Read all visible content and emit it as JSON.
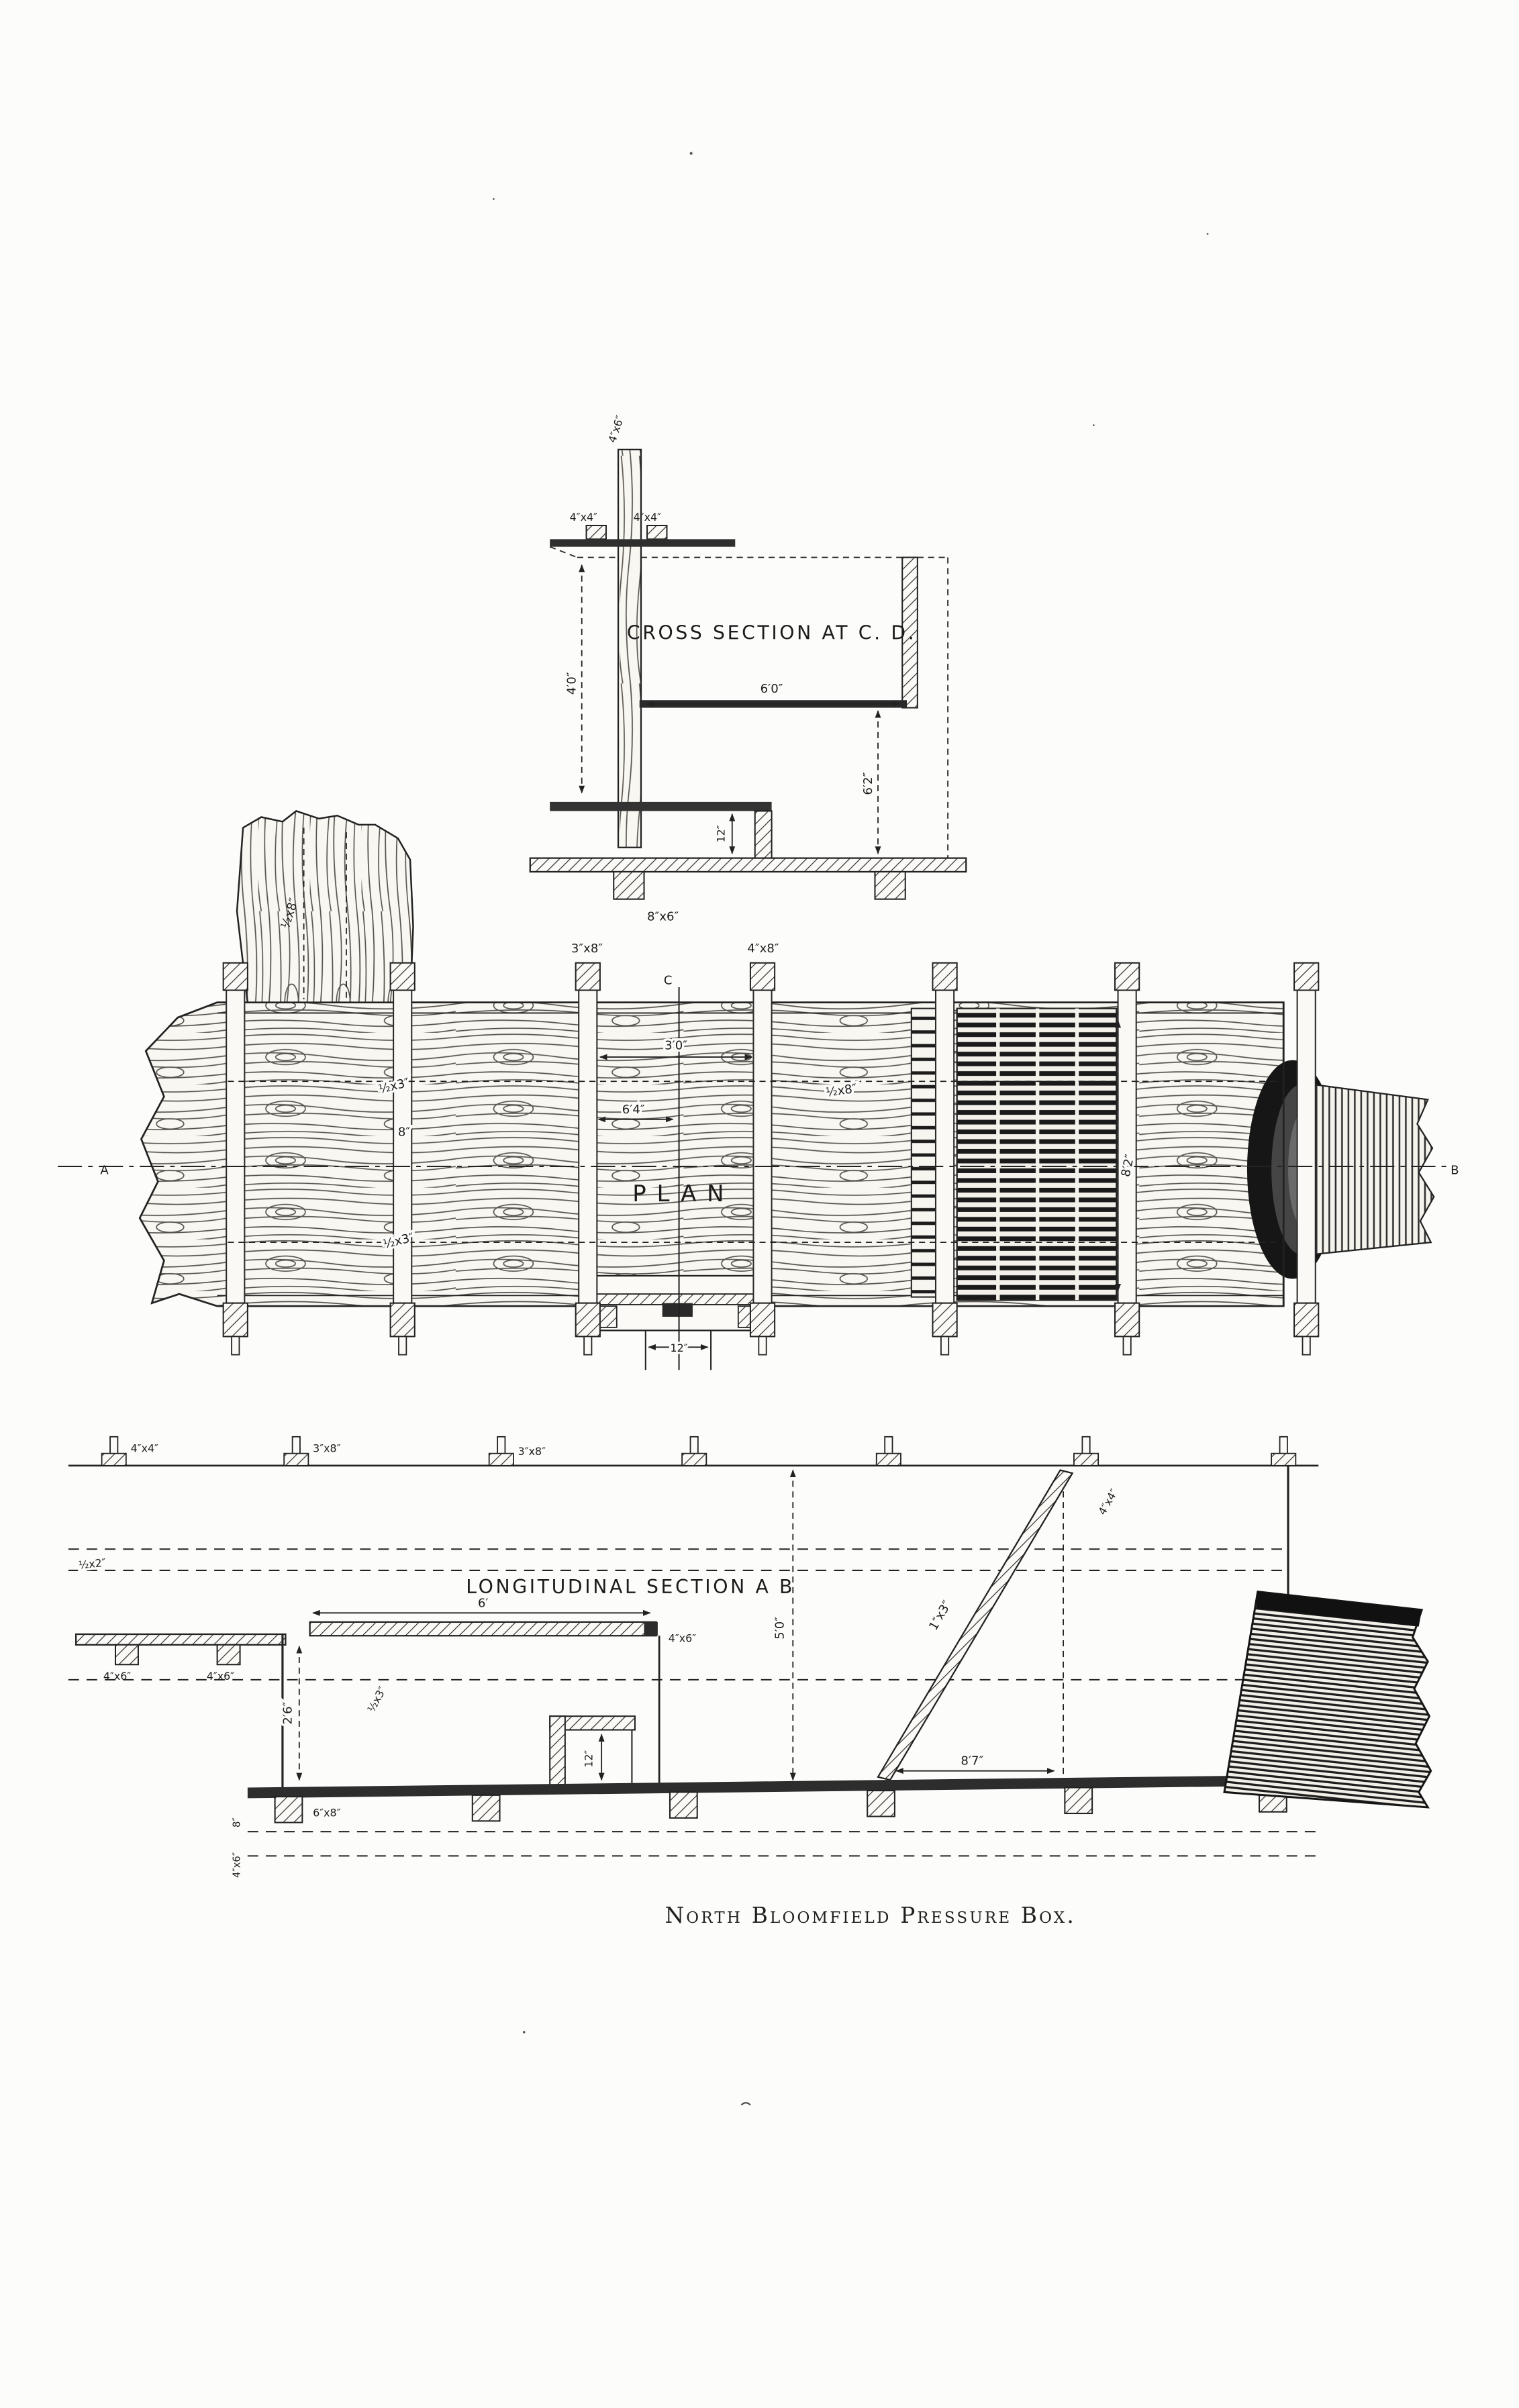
{
  "caption": "North Bloomfield Pressure Box.",
  "cross_section": {
    "title": "CROSS SECTION AT C. D.",
    "label_post": "4″x6″",
    "label_cap_left": "4″x4″",
    "label_cap_right": "4″x4″",
    "dim_width": "6′0″",
    "dim_height_left": "4′0″",
    "dim_height_right": "6′2″",
    "dim_step": "12″",
    "label_sill": "8″x6″"
  },
  "plan": {
    "title": "PLAN",
    "point_a": "A",
    "point_b": "B",
    "point_c": "C",
    "label_branch_batten": "½x8″",
    "label_joist_left": "3″x8″",
    "label_joist_right": "4″x8″",
    "dim_width_top": "3′0″",
    "dim_width_mid": "6′4″",
    "dim_side": "8″",
    "label_batten_upper": "½x3″",
    "label_batten_mid": "½x8″",
    "dim_right": "8′2″",
    "label_batten_lower": "½x3″",
    "dim_outlet": "12″"
  },
  "long_section": {
    "title": "LONGITUDINAL SECTION A B",
    "label_post_1": "4″x4″",
    "label_post_2": "3″x8″",
    "label_post_3": "3″x8″",
    "label_brace_post": "4″x4″",
    "label_brace": "1″x3″",
    "label_batten": "½x2″",
    "dim_top_plank": "6′",
    "label_top_plank": "4″x6″",
    "label_block_1": "4″x6″",
    "label_block_2": "4″x6″",
    "dim_box_depth": "2′6″",
    "label_lining": "½x3″",
    "dim_step": "12″",
    "dim_depth": "5′0″",
    "dim_floor": "8′7″",
    "label_sill": "6″x8″",
    "label_edge_1": "8″",
    "label_edge_2": "4″x6″"
  }
}
